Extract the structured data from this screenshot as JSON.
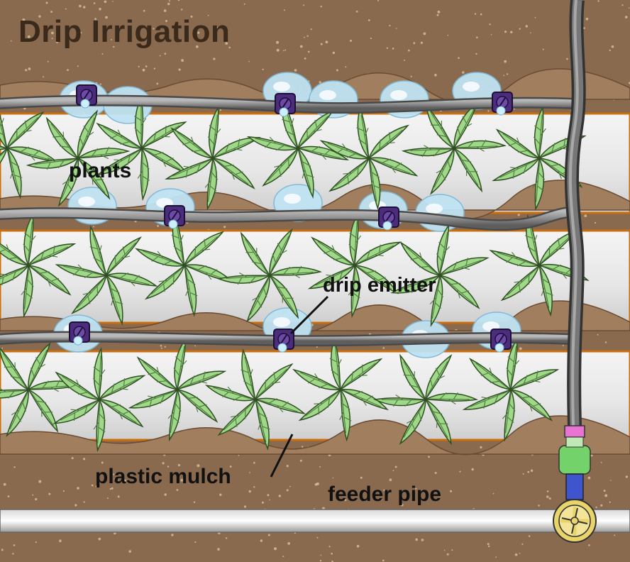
{
  "title": "Drip Irrigation",
  "labels": {
    "plants": "plants",
    "drip_emitter": "drip emitter",
    "plastic_mulch": "plastic mulch",
    "feeder_pipe": "feeder pipe"
  },
  "colors": {
    "soil": "#8a6a4e",
    "soil_speck": "#d7c39f",
    "mulch": "#e9e9e9",
    "mulch_edge": "#c96f0f",
    "pipe": "#8c8c8c",
    "pipe_dark": "#5b5b5b",
    "emitter": "#4b2c7e",
    "water": "#a9d6ee",
    "leaf": "#9fd889",
    "leaf_vein": "#4f7d3f",
    "valve": "#e9d46a",
    "coupling_pink": "#e873d3",
    "coupling_green": "#73d26a",
    "coupling_blue": "#3f55ce"
  }
}
